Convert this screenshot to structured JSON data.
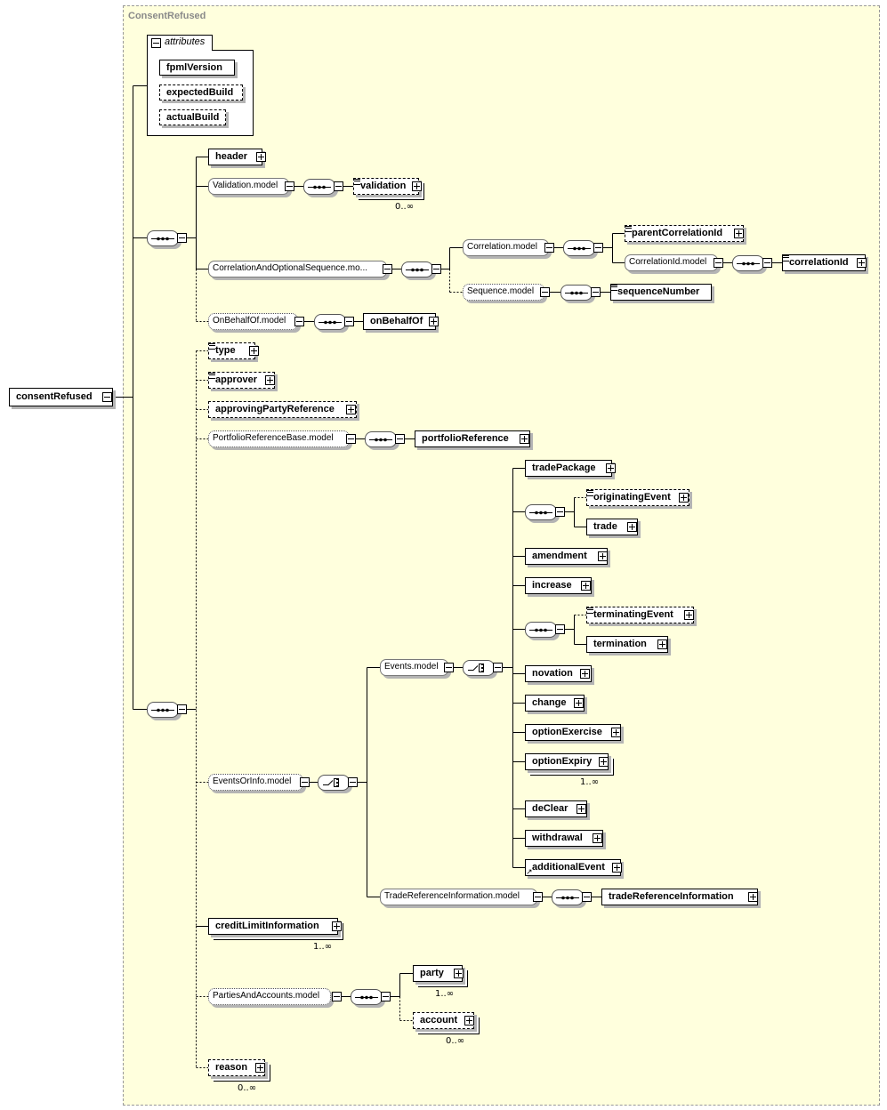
{
  "diagram": {
    "outer_label": "ConsentRefused",
    "attributes_label": "attributes",
    "attributes": [
      "fpmlVersion",
      "expectedBuild",
      "actualBuild"
    ],
    "root": "consentRefused",
    "elements": {
      "header": "header",
      "validation_model": "Validation.model",
      "validation": "validation",
      "correlation_seq_model": "CorrelationAndOptionalSequence.mo...",
      "correlation_model": "Correlation.model",
      "parent_correlation_id": "parentCorrelationId",
      "correlation_id_model": "CorrelationId.model",
      "correlation_id": "correlationId",
      "sequence_model": "Sequence.model",
      "sequence_number": "sequenceNumber",
      "on_behalf_of_model": "OnBehalfOf.model",
      "on_behalf_of": "onBehalfOf",
      "type": "type",
      "approver": "approver",
      "approving_party_reference": "approvingPartyReference",
      "portfolio_reference_base_model": "PortfolioReferenceBase.model",
      "portfolio_reference": "portfolioReference",
      "events_or_info_model": "EventsOrInfo.model",
      "events_model": "Events.model",
      "trade_package": "tradePackage",
      "originating_event": "originatingEvent",
      "trade": "trade",
      "amendment": "amendment",
      "increase": "increase",
      "terminating_event": "terminatingEvent",
      "termination": "termination",
      "novation": "novation",
      "change": "change",
      "option_exercise": "optionExercise",
      "option_expiry": "optionExpiry",
      "de_clear": "deClear",
      "withdrawal": "withdrawal",
      "additional_event": "additionalEvent",
      "trade_reference_information_model": "TradeReferenceInformation.model",
      "trade_reference_information": "tradeReferenceInformation",
      "credit_limit_information": "creditLimitInformation",
      "parties_and_accounts_model": "PartiesAndAccounts.model",
      "party": "party",
      "account": "account",
      "reason": "reason"
    },
    "occurrences": {
      "validation": "0..∞",
      "option_expiry": "1..∞",
      "credit_limit_information": "1..∞",
      "party": "1..∞",
      "account": "0..∞",
      "reason": "0..∞"
    },
    "colors": {
      "background": "#ffffdd",
      "border": "#999999",
      "shadow": "#b4b4b4"
    }
  }
}
